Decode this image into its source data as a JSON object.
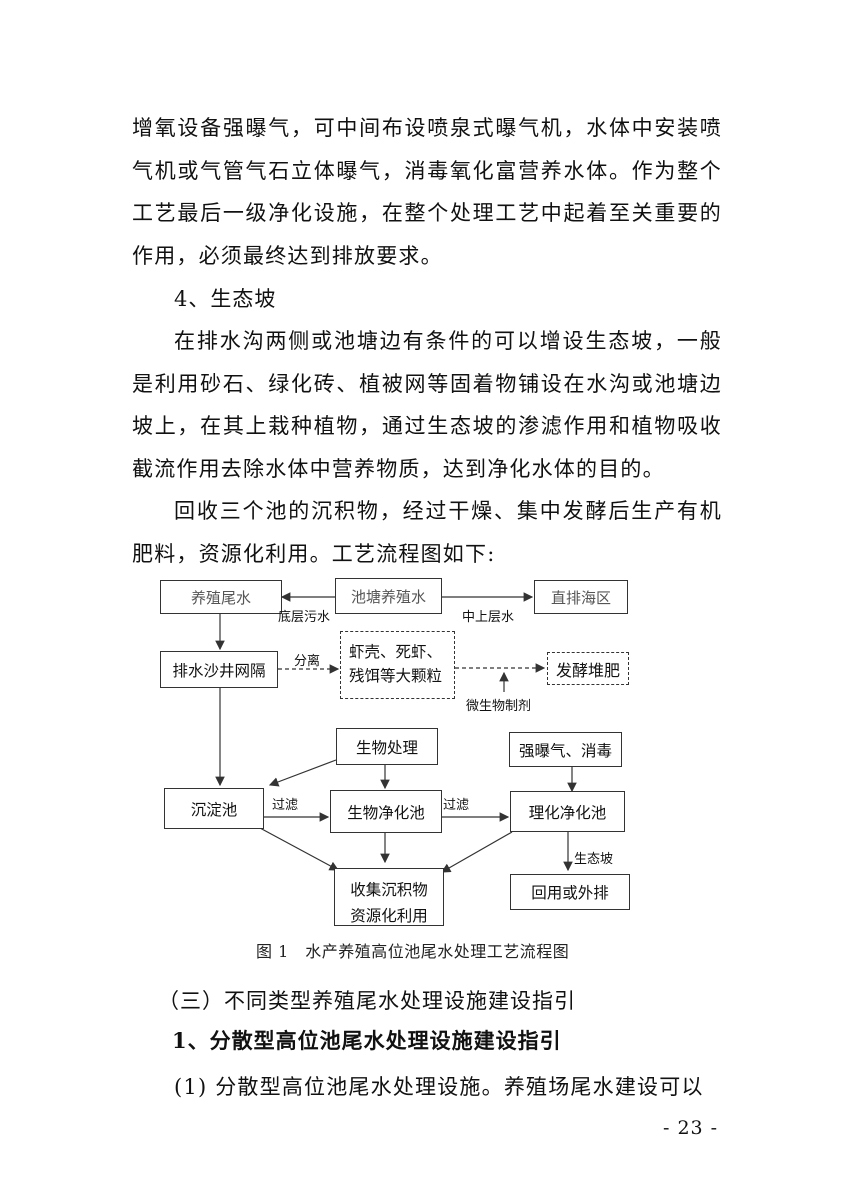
{
  "body": {
    "para1": "增氧设备强曝气，可中间布设喷泉式曝气机，水体中安装喷气机或气管气石立体曝气，消毒氧化富营养水体。作为整个工艺最后一级净化设施，在整个处理工艺中起着至关重要的作用，必须最终达到排放要求。",
    "heading4": "4、生态坡",
    "para2": "在排水沟两侧或池塘边有条件的可以增设生态坡，一般是利用砂石、绿化砖、植被网等固着物铺设在水沟或池塘边坡上，在其上栽种植物，通过生态坡的渗滤作用和植物吸收截流作用去除水体中营养物质，达到净化水体的目的。",
    "para3": "回收三个池的沉积物，经过干燥、集中发酵后生产有机肥料，资源化利用。工艺流程图如下:"
  },
  "diagram": {
    "boxes": {
      "tail_water": "养殖尾水",
      "pond": "池塘养殖水",
      "sea": "直排海区",
      "sand_well": "排水沙井网隔",
      "shrimp_line1": "虾壳、死虾、",
      "shrimp_line2": "残饵等大颗粒",
      "compost": "发酵堆肥",
      "bio_treat": "生物处理",
      "strong_aeration": "强曝气、消毒",
      "sediment": "沉淀池",
      "bio_pond": "生物净化池",
      "physchem_pond": "理化净化池",
      "collect_line1": "收集沉积物",
      "collect_line2": "资源化利用",
      "reuse": "回用或外排"
    },
    "labels": {
      "bottom_water": "底层污水",
      "upper_water": "中上层水",
      "separate": "分离",
      "microbe": "微生物制剂",
      "filter1": "过滤",
      "filter2": "过滤",
      "eco_slope": "生态坡"
    }
  },
  "caption": "图 1　水产养殖高位池尾水处理工艺流程图",
  "section3": "（三）不同类型养殖尾水处理设施建设指引",
  "section3_1": "1、分散型高位池尾水处理设施建设指引",
  "para4": "(1) 分散型高位池尾水处理设施。养殖场尾水建设可以",
  "page_number": "- 23 -"
}
